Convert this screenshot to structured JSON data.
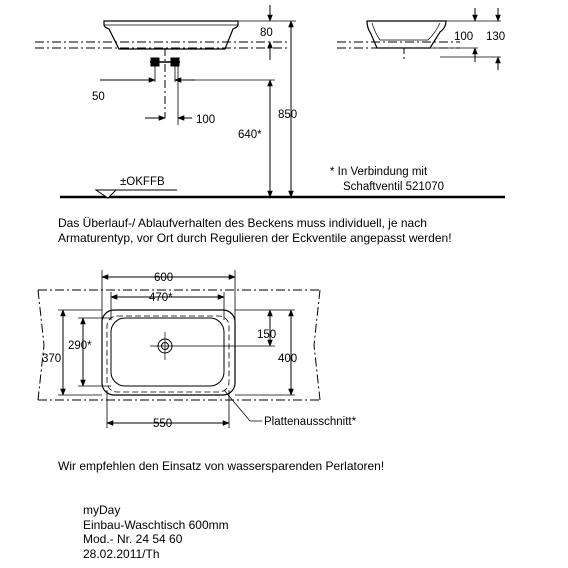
{
  "top_view": {
    "dims": {
      "d80": "80",
      "d50": "50",
      "d100": "100",
      "d850": "850",
      "d640": "640*",
      "okffb": "±OKFFB"
    },
    "footnote": [
      "* In Verbindung mit",
      "Schaftventil 521070"
    ]
  },
  "side_view": {
    "dims": {
      "d100": "100",
      "d130": "130"
    }
  },
  "warning": [
    "Das Überlauf-/ Ablaufverhalten des Beckens muss individuell, je nach",
    "Armaturentyp, vor Ort durch Regulieren der Eckventile angepasst werden!"
  ],
  "plan_view": {
    "dims": {
      "d600": "600",
      "d470": "470*",
      "d290": "290*",
      "d370": "370",
      "d150": "150",
      "d400": "400",
      "d550": "550"
    },
    "cutout_label": "Plattenausschnitt*"
  },
  "recommendation": "Wir empfehlen den Einsatz von wassersparenden Perlatoren!",
  "product_info": {
    "name": "myDay",
    "description": "Einbau-Waschtisch 600mm",
    "model": "Mod.- Nr. 24 54 60",
    "date": "28.02.2011/Th"
  }
}
